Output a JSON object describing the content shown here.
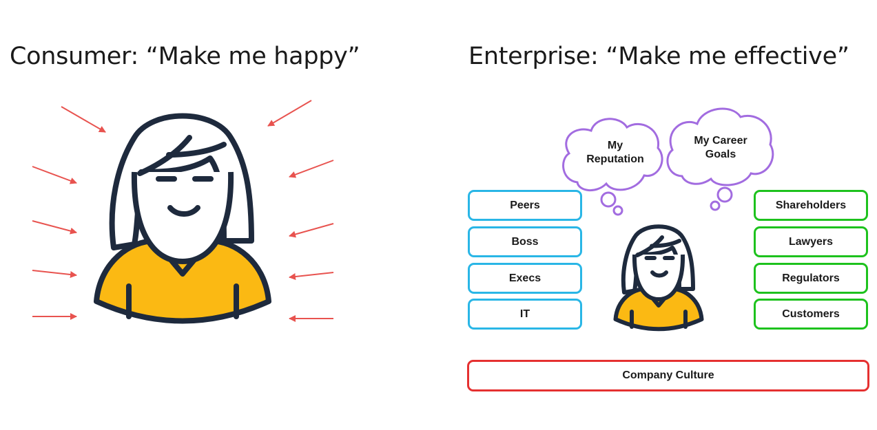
{
  "consumer": {
    "title": "Consumer: “Make me happy”",
    "arrow_color": "#e8534f"
  },
  "enterprise": {
    "title": "Enterprise: “Make me effective”",
    "thoughts": [
      "My\nReputation",
      "My Career\nGoals"
    ],
    "left_stakeholders": [
      "Peers",
      "Boss",
      "Execs",
      "IT"
    ],
    "right_stakeholders": [
      "Shareholders",
      "Lawyers",
      "Regulators",
      "Customers"
    ],
    "foundation": "Company Culture"
  },
  "colors": {
    "left_boxes": "#29b6e6",
    "right_boxes": "#1dc21d",
    "foundation": "#e53030",
    "thought_cloud": "#a26ce0",
    "shirt": "#fbb913",
    "outline": "#1e2a3d"
  }
}
